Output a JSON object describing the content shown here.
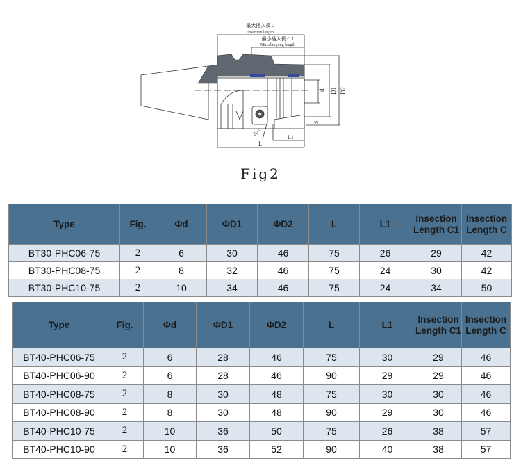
{
  "drawing": {
    "max_insertion_cn": "最大插入長 C",
    "max_insertion_en": "Insertion length",
    "min_insertion_cn": "最小插入長 C 1",
    "min_insertion_en": "Min.clamping length",
    "dim_d": "d",
    "dim_D1": "D1",
    "dim_D2": "D2",
    "dim_L": "L",
    "dim_L1": "L1",
    "dim_S": "S",
    "angle": "20°",
    "body_color": "#5f6770",
    "strip_color": "#3a4a9a"
  },
  "figure_caption": "Fig2",
  "colors": {
    "header": "#4a7190",
    "alt_row": "#dde5ef"
  },
  "headers": [
    "Type",
    "Fig.",
    "Φd",
    "ΦD1",
    "ΦD2",
    "L",
    "L1",
    "Insection Length C1",
    "Insection Length C"
  ],
  "table_bt30": [
    [
      "BT30-PHC06-75",
      "2",
      "6",
      "30",
      "46",
      "75",
      "26",
      "29",
      "42"
    ],
    [
      "BT30-PHC08-75",
      "2",
      "8",
      "32",
      "46",
      "75",
      "24",
      "30",
      "42"
    ],
    [
      "BT30-PHC10-75",
      "2",
      "10",
      "34",
      "46",
      "75",
      "24",
      "34",
      "50"
    ]
  ],
  "table_bt40": [
    [
      "BT40-PHC06-75",
      "2",
      "6",
      "28",
      "46",
      "75",
      "30",
      "29",
      "46"
    ],
    [
      "BT40-PHC06-90",
      "2",
      "6",
      "28",
      "46",
      "90",
      "29",
      "29",
      "46"
    ],
    [
      "BT40-PHC08-75",
      "2",
      "8",
      "30",
      "48",
      "75",
      "30",
      "30",
      "46"
    ],
    [
      "BT40-PHC08-90",
      "2",
      "8",
      "30",
      "48",
      "90",
      "29",
      "30",
      "46"
    ],
    [
      "BT40-PHC10-75",
      "2",
      "10",
      "36",
      "50",
      "75",
      "26",
      "38",
      "57"
    ],
    [
      "BT40-PHC10-90",
      "2",
      "10",
      "36",
      "52",
      "90",
      "40",
      "38",
      "57"
    ]
  ]
}
